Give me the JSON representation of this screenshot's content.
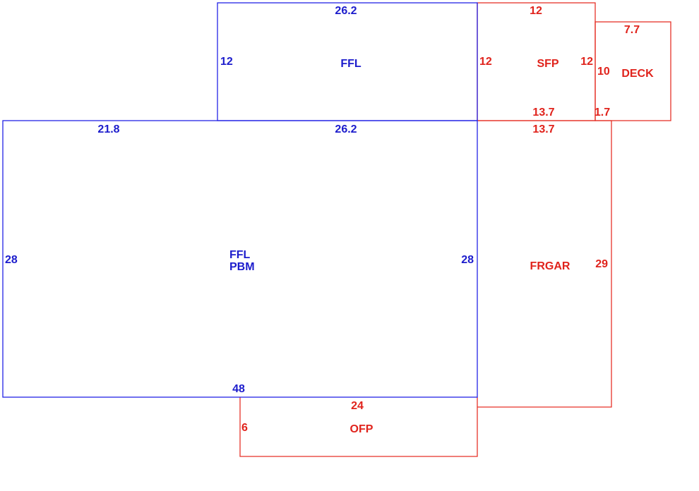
{
  "colors": {
    "living": "#1c1ccc",
    "other": "#e0231c"
  },
  "areas": {
    "ffl_upper": {
      "name": "FFL",
      "top": "26.2",
      "left": "12"
    },
    "main": {
      "name_line1": "FFL",
      "name_line2": "PBM",
      "top_left": "21.8",
      "top": "26.2",
      "left": "28",
      "right": "28",
      "bottom": "48"
    },
    "sfp": {
      "name": "SFP",
      "top": "12",
      "left": "12",
      "right": "12",
      "bottom": "13.7"
    },
    "deck": {
      "name": "DECK",
      "top": "7.7",
      "left": "10",
      "bottom": "1.7"
    },
    "frgar": {
      "name": "FRGAR",
      "top": "13.7",
      "right": "29"
    },
    "ofp": {
      "name": "OFP",
      "top": "24",
      "left": "6"
    }
  }
}
